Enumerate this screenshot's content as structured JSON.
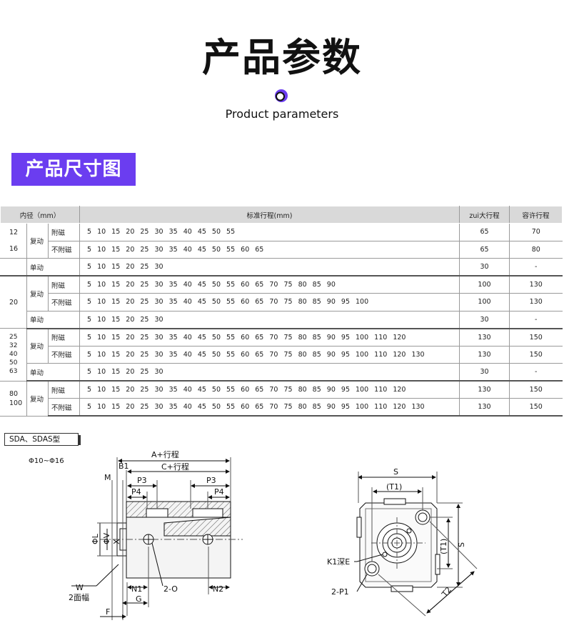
{
  "header": {
    "title": "产品参数",
    "subtitle": "Product parameters",
    "accent_color": "#6b3df0"
  },
  "section": {
    "title": "产品尺寸图"
  },
  "table": {
    "headers": {
      "bore": "内径（mm）",
      "stroke": "标准行程(mm)",
      "max_stroke": "zui大行程",
      "allowed_stroke": "容许行程"
    },
    "groups": [
      {
        "bore_lines": [
          "12",
          "16"
        ],
        "rows": [
          {
            "action": "复动",
            "magnet": "附磁",
            "strokes": "5  10  15  20  25  30  35  40  45  50  55",
            "max": "65",
            "allowed": "70"
          },
          {
            "action": "",
            "magnet": "不附磁",
            "strokes": "5  10  15  20  25  30  35  40  45  50  55 60 65",
            "max": "65",
            "allowed": "80"
          },
          {
            "action": "单动",
            "magnet": "",
            "strokes": "5  10  15  20  25  30",
            "max": "30",
            "allowed": "-"
          }
        ]
      },
      {
        "bore_lines": [
          "20"
        ],
        "rows": [
          {
            "action": "复动",
            "magnet": "附磁",
            "strokes": "5  10  15  20  25  30  35  40  45  50  55 60 65 70 75 80 85 90",
            "max": "100",
            "allowed": "130"
          },
          {
            "action": "",
            "magnet": "不附磁",
            "strokes": "5  10  15  20  25  30  35  40  45  50  55 60 65 70 75 80 85 90 95 100",
            "max": "100",
            "allowed": "130"
          },
          {
            "action": "单动",
            "magnet": "",
            "strokes": "5  10  15  20  25  30",
            "max": "30",
            "allowed": "-"
          }
        ]
      },
      {
        "bore_lines": [
          "25",
          "32",
          "40",
          "50",
          "63"
        ],
        "rows": [
          {
            "action": "复动",
            "magnet": "附磁",
            "strokes": "5  10  15  20  25  30  35  40  45  50  55 60 65 70 75 80 85 90 95 100 110 120",
            "max": "130",
            "allowed": "150"
          },
          {
            "action": "",
            "magnet": "不附磁",
            "strokes": "5  10  15  20  25  30  35  40  45  50  55 60 65 70 75 80 85 90 95 100 110 120 130",
            "max": "130",
            "allowed": "150"
          },
          {
            "action": "单动",
            "magnet": "",
            "strokes": "5  10  15  20  25  30",
            "max": "30",
            "allowed": "-"
          }
        ]
      },
      {
        "bore_lines": [
          "80",
          "100"
        ],
        "rows": [
          {
            "action": "复动",
            "magnet": "附磁",
            "strokes": "5  10  15  20  25  30  35  40  45  50  55 60 65 70 75 80 85 90 95 100 110 120",
            "max": "130",
            "allowed": "150"
          },
          {
            "action": "",
            "magnet": "不附磁",
            "strokes": "5  10  15  20  25  30  35  40  45  50  55 60 65 70 75 80 85 90 95 100 110 120 130",
            "max": "130",
            "allowed": "150"
          }
        ]
      }
    ]
  },
  "drawing": {
    "model_tag": "SDA、SDAS型",
    "bore_range": "Φ10~Φ16",
    "side_labels": {
      "a_stroke": "A+行程",
      "b1": "B1",
      "c_stroke": "C+行程",
      "m": "M",
      "p3_left": "P3",
      "p3_right": "P3",
      "p4_left": "P4",
      "p4_right": "P4",
      "phi_l": "ΦL",
      "phi_v": "ΦV",
      "x": "X",
      "w": "W",
      "two_faces": "2面幅",
      "n1": "N1",
      "two_o": "2-O",
      "n2": "N2",
      "g": "G",
      "f": "F"
    },
    "end_labels": {
      "s_top": "S",
      "t1_top": "(T1)",
      "t1_side": "(T1)",
      "s_side": "S",
      "k1": "K1深E",
      "t2": "T2",
      "p1": "2-P1"
    }
  }
}
